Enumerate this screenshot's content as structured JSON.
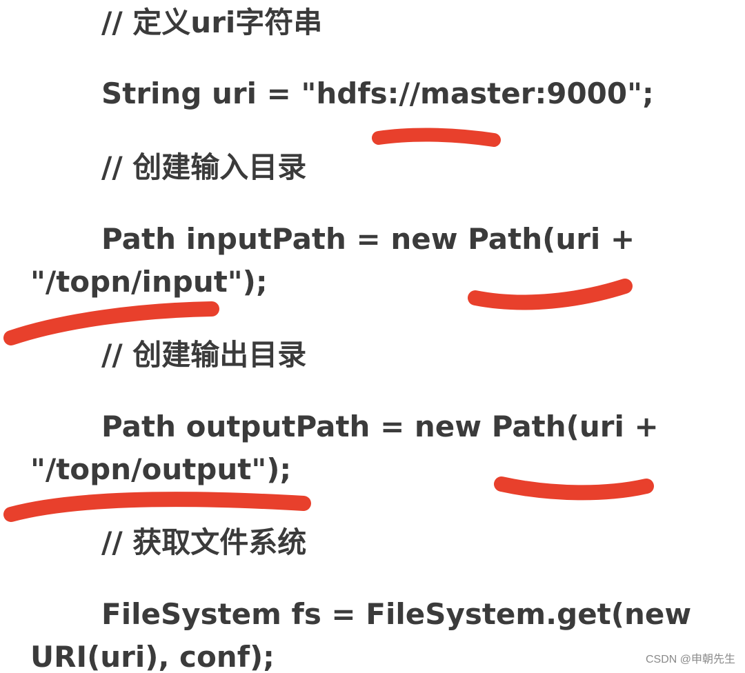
{
  "lines": [
    "// 定义uri字符串",
    "String uri = \"hdfs://master:9000\";",
    "// 创建输入目录",
    "Path inputPath = new Path(uri +",
    "\"/topn/input\");",
    "// 创建输出目录",
    "Path outputPath = new Path(uri +",
    "\"/topn/output\");",
    "// 获取文件系统",
    "FileSystem fs = FileSystem.get(new",
    "URI(uri), conf);"
  ],
  "watermark": "CSDN @申朝先生",
  "colors": {
    "background": "#ffffff",
    "text": "#3b3b3b",
    "annotation": "#e8402c",
    "watermark": "#8a8a8a"
  }
}
